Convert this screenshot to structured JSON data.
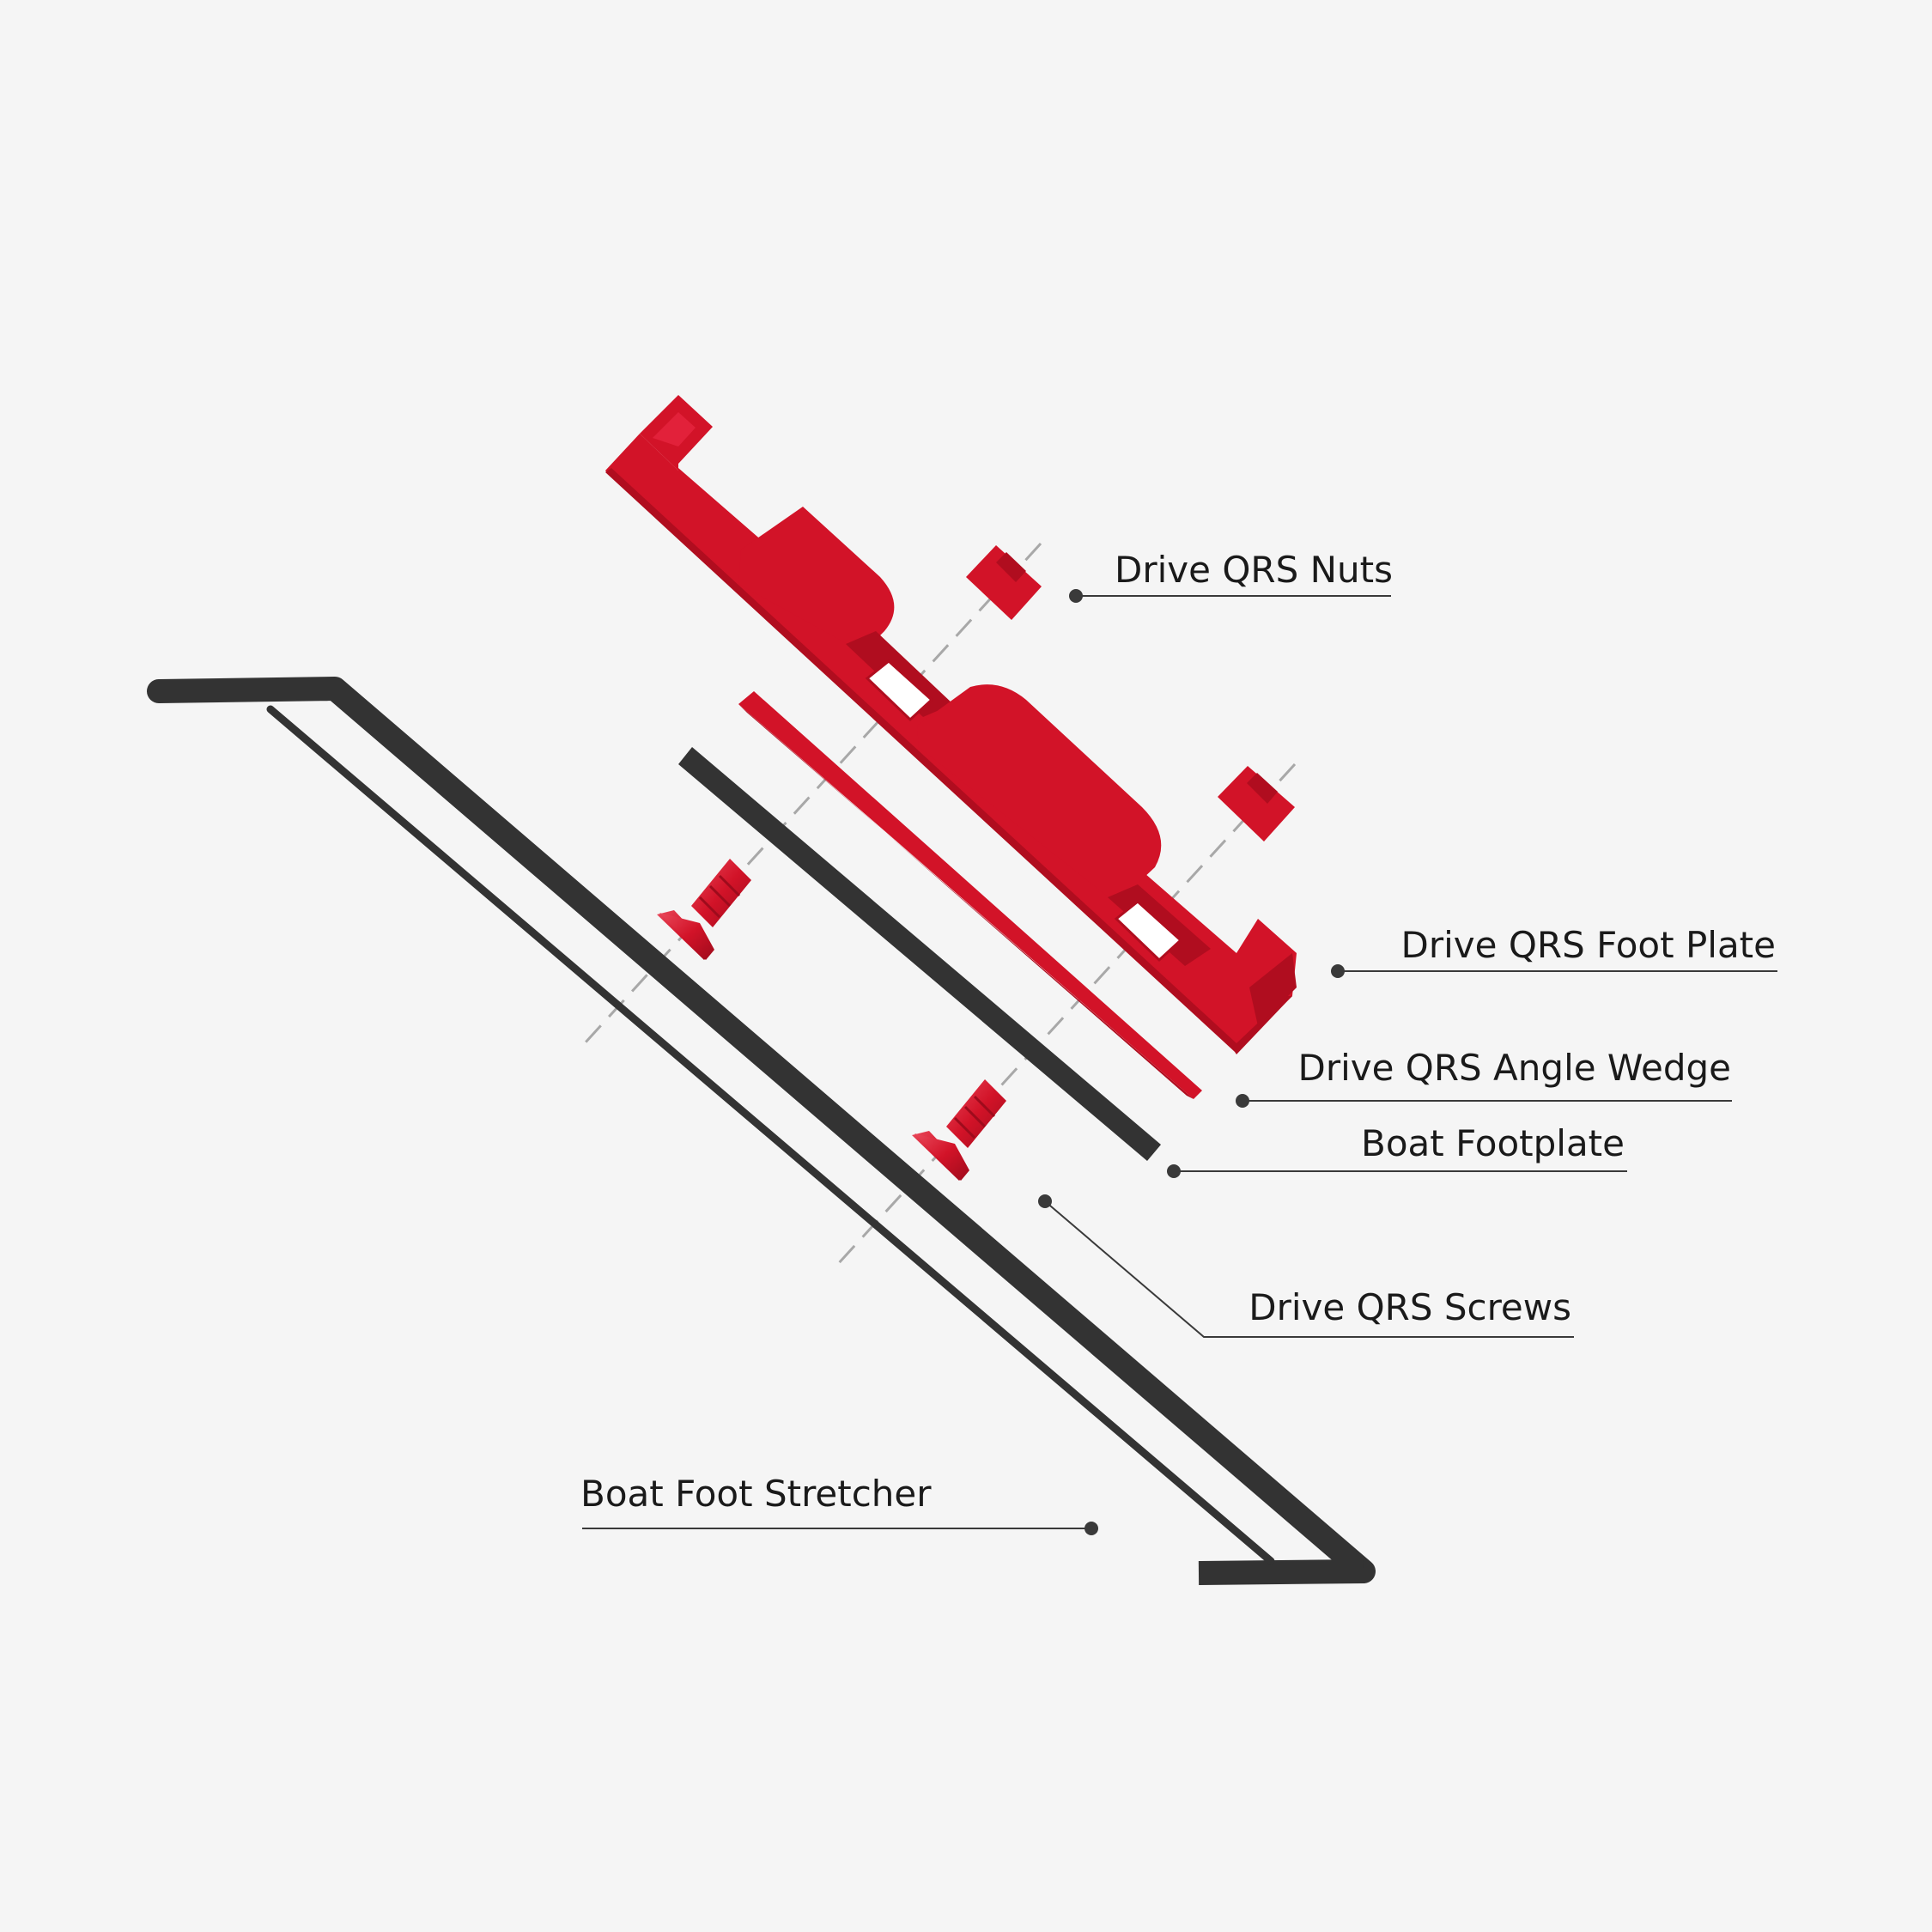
{
  "labels": {
    "nuts": "Drive QRS Nuts",
    "foot_plate": "Drive QRS Foot Plate",
    "angle_wedge": "Drive QRS Angle Wedge",
    "boat_footplate": "Boat Footplate",
    "screws": "Drive QRS Screws",
    "foot_stretcher": "Boat Foot Stretcher"
  },
  "colors": {
    "background": "#f5f5f5",
    "red_part": "#d21328",
    "dark_part": "#333333",
    "axis_line": "#a8a8a8",
    "text": "#1a1a1a"
  }
}
